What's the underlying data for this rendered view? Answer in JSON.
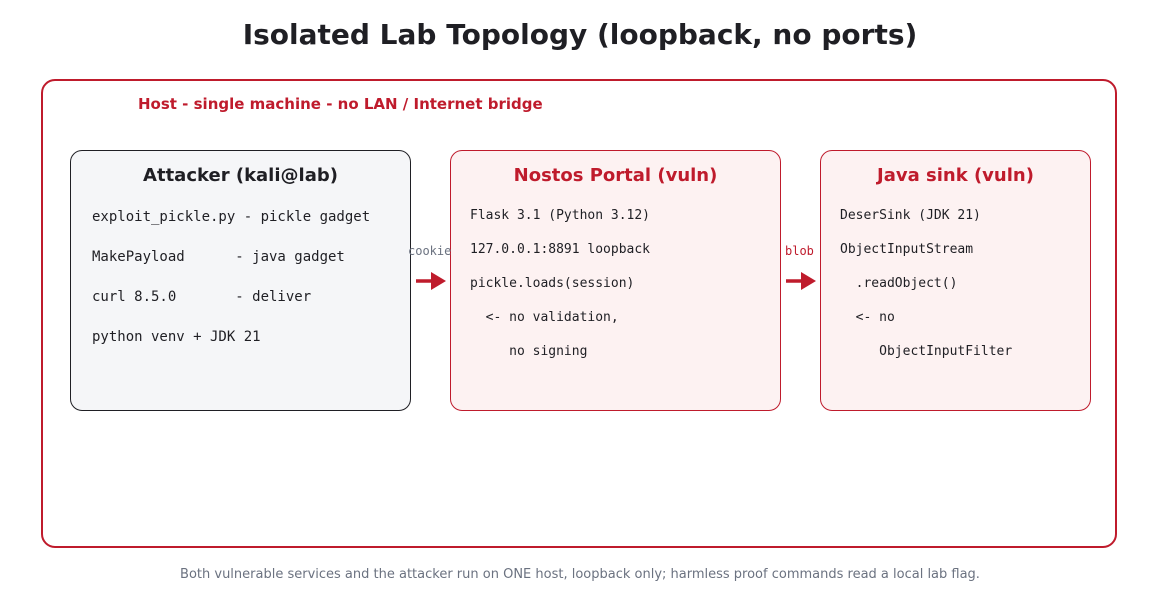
{
  "title": "Isolated Lab Topology (loopback, no ports)",
  "host": {
    "label": "Host - single machine - no LAN / Internet bridge"
  },
  "nodes": {
    "attacker": {
      "title": "Attacker (kali@lab)",
      "lines": [
        "exploit_pickle.py - pickle gadget",
        "MakePayload      - java gadget",
        "curl 8.5.0       - deliver",
        "python venv + JDK 21"
      ]
    },
    "portal": {
      "title": "Nostos Portal (vuln)",
      "lines": [
        "Flask 3.1 (Python 3.12)",
        "127.0.0.1:8891 loopback",
        "pickle.loads(session)",
        "  <- no validation,",
        "     no signing"
      ]
    },
    "sink": {
      "title": "Java sink (vuln)",
      "lines": [
        "DeserSink (JDK 21)",
        "ObjectInputStream",
        "  .readObject()",
        "  <- no",
        "     ObjectInputFilter"
      ]
    }
  },
  "edges": {
    "cookie": "cookie",
    "blob": "blob"
  },
  "footer": "Both vulnerable services and the attacker run on ONE host, loopback only; harmless proof commands read a local lab flag.",
  "colors": {
    "accent_red": "#bf1b2c",
    "text_dark": "#1f1f24",
    "muted_gray": "#6b7280",
    "attacker_fill": "#f5f6f8",
    "vuln_fill": "#fdf2f2"
  }
}
